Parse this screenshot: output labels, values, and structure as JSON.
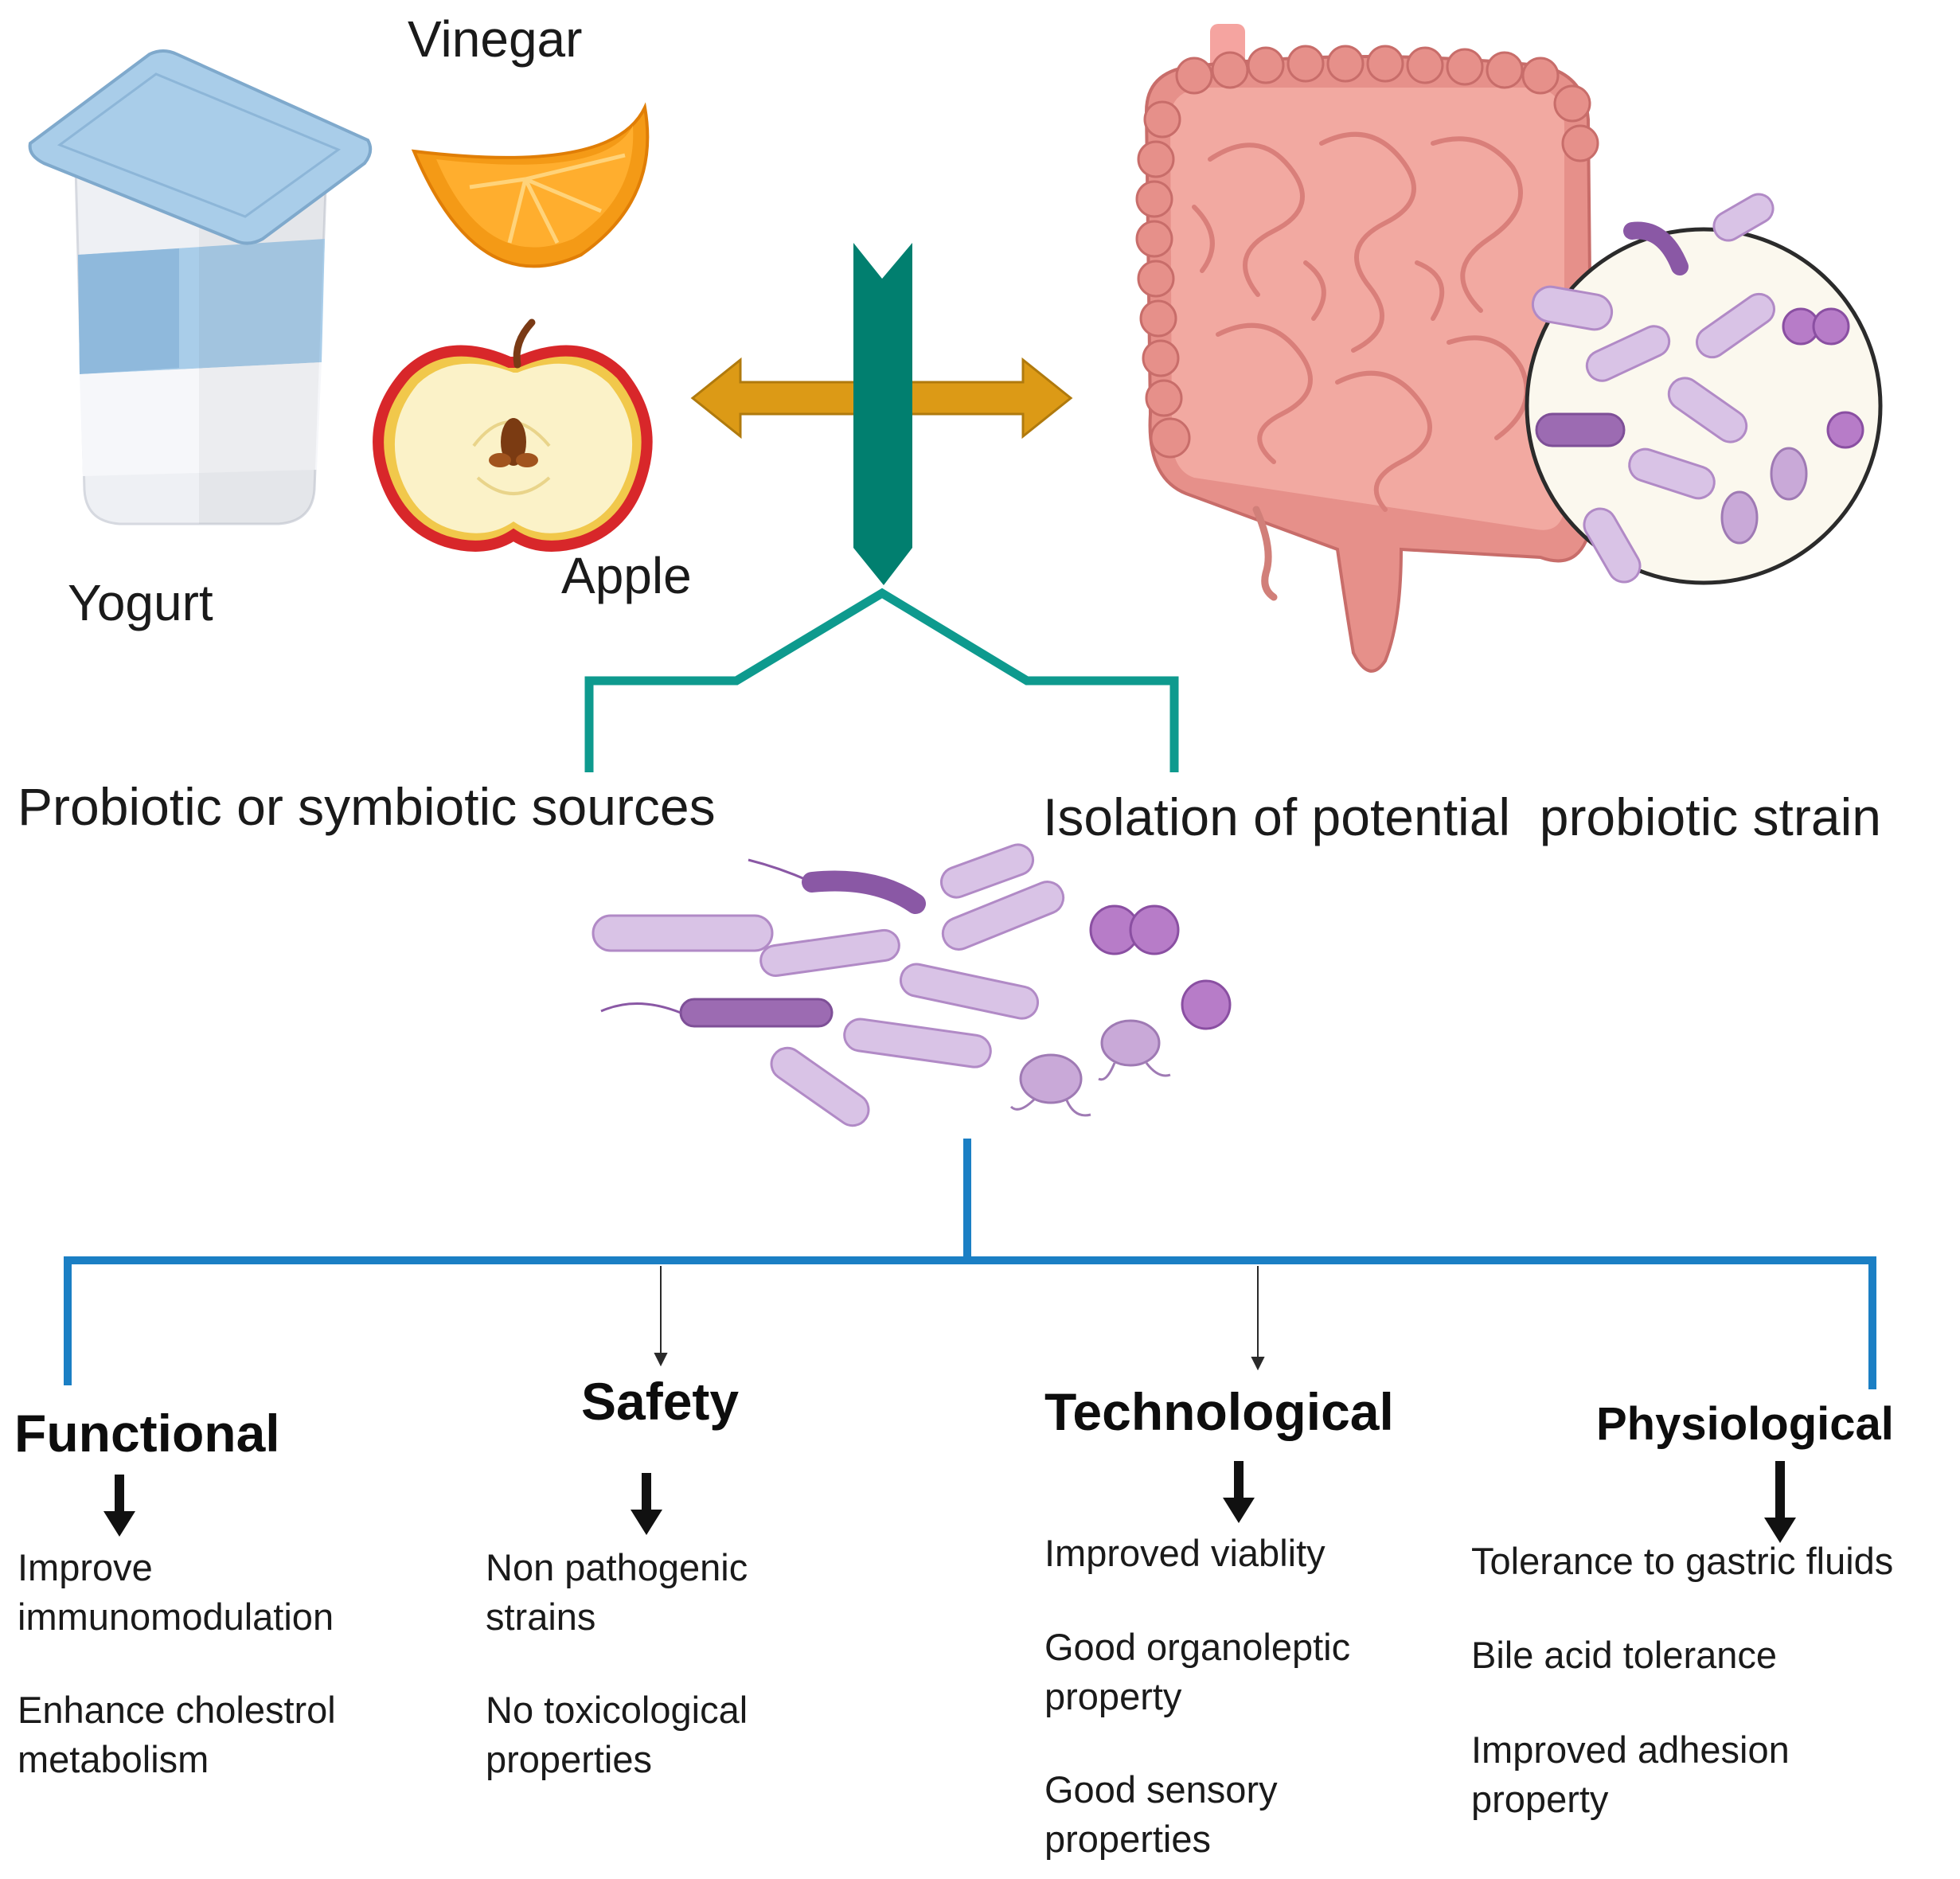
{
  "foods": {
    "vinegar": "Vinegar",
    "yogurt": "Yogurt",
    "apple": "Apple"
  },
  "sources_label": "Probiotic or symbiotic sources",
  "isolation_label": "Isolation of potential  probiotic strain",
  "categories": [
    {
      "title": "Functional",
      "items": [
        "Improve\nimmunomodulation",
        "Enhance cholestrol\nmetabolism"
      ]
    },
    {
      "title": "Safety",
      "items": [
        "Non pathogenic\nstrains",
        "No toxicological\nproperties"
      ]
    },
    {
      "title": "Technological",
      "items": [
        "Improved viablity",
        "Good organoleptic\nproperty",
        "Good sensory\nproperties"
      ]
    },
    {
      "title": "Physiological",
      "items": [
        "Tolerance to gastric fluids",
        "Bile acid tolerance",
        "Improved adhesion\nproperty"
      ]
    }
  ],
  "colors": {
    "teal_arrow": "#017f6f",
    "teal_line": "#0e9a8e",
    "blue_line": "#1b7fc4",
    "gold_arrow": "#dc9a16",
    "bacteria": "#c9a9d8",
    "intestine": "#e6908a"
  }
}
